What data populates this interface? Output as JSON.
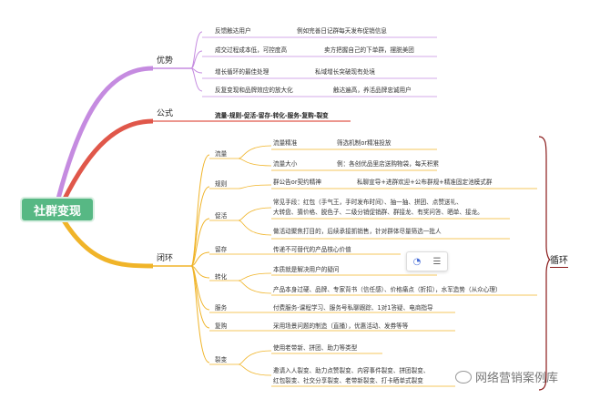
{
  "root": "社群变现",
  "branches": {
    "advantage": {
      "label": "优势",
      "color": "#c58be0",
      "items": [
        {
          "left": "反馈触达用户",
          "right": "例如完善日记群每天发布促销信息"
        },
        {
          "left": "成交过程成本低，可控度高",
          "right": "卖方把握自己的下单群，摆脱美团"
        },
        {
          "left": "增长循环的最佳处理",
          "right": "私域增长突破现有处境"
        },
        {
          "left": "反复变现和品牌效应的放大化",
          "right": "触达遍高，养活品牌忠诚用户"
        }
      ]
    },
    "formula": {
      "label": "公式",
      "color": "#e0574a",
      "text": "流量-规则-促活-留存-转化-服务-复购-裂变"
    },
    "closed_loop": {
      "label": "闭环",
      "color": "#f0b429",
      "nodes": [
        {
          "label": "流量",
          "items": [
            "流量精准",
            "流量大小"
          ],
          "details": [
            "筛选机制or精准投放",
            "例：各创优品里店送购物袋，每天积累"
          ]
        },
        {
          "label": "规则",
          "details": [
            "群公告or契约精神",
            "私聊宣导+进群欢迎+公布群规+精准固定池模式群"
          ]
        },
        {
          "label": "促活",
          "details": [
            "常见手段：红包（手气王，手时发布时间）、抽一抽、拼团、点赞送礼、",
            "大转盘、猜价格、脱色子、二级分销促销群、群接龙、有奖问答、晒单、接龙。",
            "做活动聚焦打目的，后续承接抓销售，针对群体尽量筛选一批人"
          ]
        },
        {
          "label": "留存",
          "details": [
            "传递不可替代的产品核心价值"
          ]
        },
        {
          "label": "转化",
          "details": [
            "本质就是解决用户的疑问",
            "产品本身过硬、品牌、专家背书（信任感）、价格痛点（折扣），水军造势（从众心理）"
          ]
        },
        {
          "label": "服务",
          "details": [
            "付费服务-课程学习、服务号私聊跟踪、1对1答疑、电商指导"
          ]
        },
        {
          "label": "复购",
          "details": [
            "采用场景问题的制造（直播），优惠活动、发券等等"
          ]
        },
        {
          "label": "裂变",
          "details": [
            "使用老带新、拼团、助力等类型",
            "邀请入人裂变、助力点赞裂变、内容事件裂变、拼团裂变、",
            "红包裂变、社交分享裂变、老带新裂变、打卡晒单式裂变"
          ]
        }
      ]
    }
  },
  "loop_label": "循环",
  "toolbar": {
    "icon_a": "brain-icon",
    "icon_b": "list-icon"
  },
  "watermark": "网络营销案例库"
}
